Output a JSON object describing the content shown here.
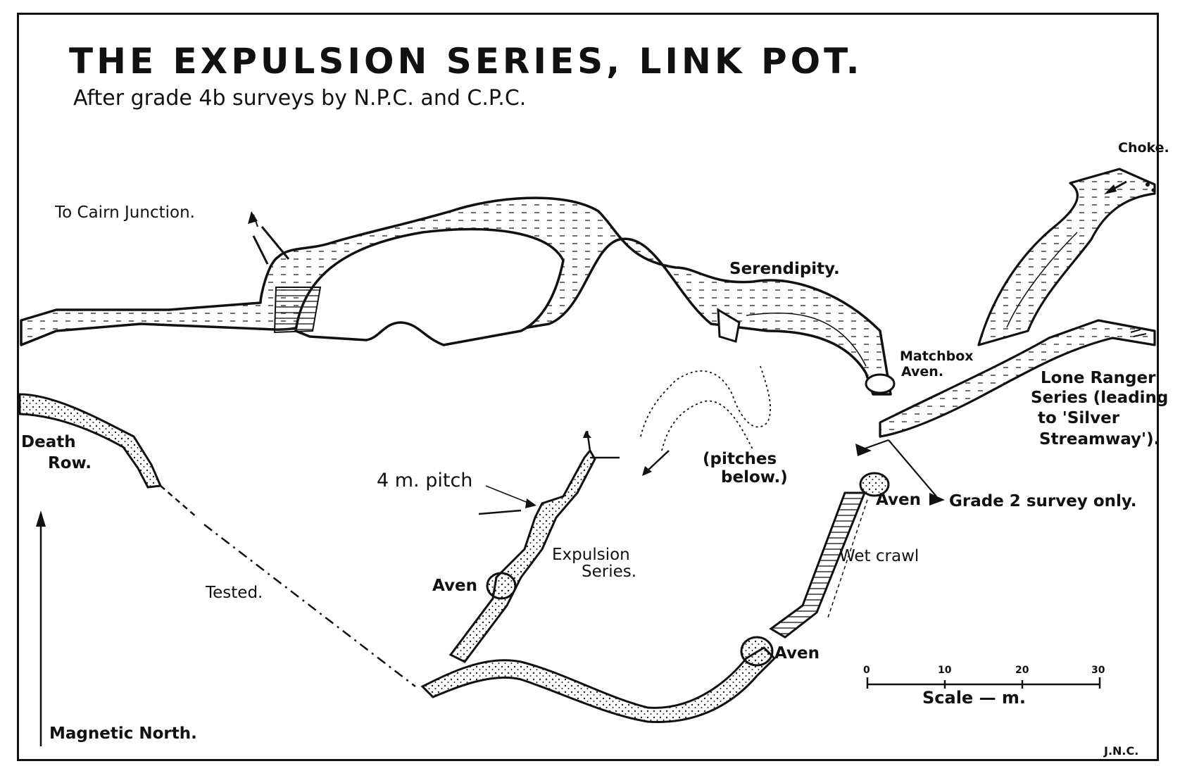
{
  "title": "THE  EXPULSION  SERIES,  LINK  POT.",
  "subtitle": "After grade 4b surveys by N.P.C. and C.P.C.",
  "labels": {
    "cairn_junction": "To Cairn Junction.",
    "serendipity": "Serendipity.",
    "choke": "Choke.",
    "matchbox_1": "Matchbox",
    "matchbox_2": "Aven.",
    "lone_ranger_1": "Lone Ranger",
    "lone_ranger_2": "Series (leading",
    "lone_ranger_3": "to 'Silver",
    "lone_ranger_4": "Streamway').",
    "death_row_1": "Death",
    "death_row_2": "Row.",
    "pitch_4m": "4 m. pitch",
    "pitches_1": "(pitches",
    "pitches_2": "below.)",
    "aven_right": "Aven",
    "grade2": "Grade 2 survey only.",
    "wet_crawl": "Wet crawl",
    "expulsion_1": "Expulsion",
    "expulsion_2": "Series.",
    "aven_left": "Aven",
    "tested": "Tested.",
    "aven_bottom": "Aven",
    "magnetic_north": "Magnetic North.",
    "initials": "J.N.C."
  },
  "scale": {
    "label": "Scale — m.",
    "ticks": [
      "0",
      "10",
      "20",
      "30"
    ]
  }
}
